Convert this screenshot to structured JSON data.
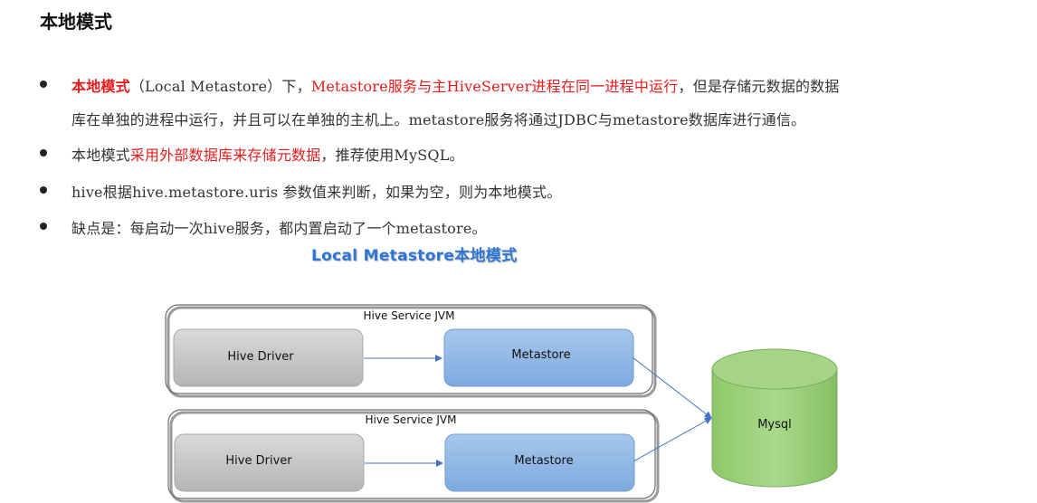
{
  "heading": "本地模式",
  "bullets": [
    {
      "lines": [
        [
          {
            "text": "本地模式",
            "style": "red-bold"
          },
          {
            "text": "（Local Metastore）下，",
            "style": "normal"
          },
          {
            "text": "Metastore服务与主HiveServer进程在同一进程中运行",
            "style": "red"
          },
          {
            "text": "，但是存储元数据的数据",
            "style": "normal"
          }
        ],
        [
          {
            "text": "库在单独的进程中运行，并且可以在单独的主机上。metastore服务将通过JDBC与metastore数据库进行通信。",
            "style": "normal"
          }
        ]
      ]
    },
    {
      "lines": [
        [
          {
            "text": "本地模式",
            "style": "normal"
          },
          {
            "text": "采用外部数据库来存储元数据",
            "style": "red"
          },
          {
            "text": "，推荐使用MySQL。",
            "style": "normal"
          }
        ]
      ]
    },
    {
      "lines": [
        [
          {
            "text": "hive根据hive.metastore.uris 参数值来判断，如果为空，则为本地模式。",
            "style": "normal"
          }
        ]
      ]
    },
    {
      "lines": [
        [
          {
            "text": "缺点是：每启动一次hive服务，都内置启动了一个metastore。",
            "style": "normal"
          }
        ]
      ]
    }
  ],
  "diagram": {
    "title": "Local Metastore本地模式",
    "jvm_label": "Hive Service JVM",
    "driver_label": "Hive Driver",
    "metastore_label": "Metastore",
    "db_label": "Mysql",
    "colors": {
      "driver_fill": "#bfbfbf",
      "metastore_fill": "#8db4e2",
      "db_fill": "#9bd07a",
      "arrow": "#4472c4"
    }
  }
}
